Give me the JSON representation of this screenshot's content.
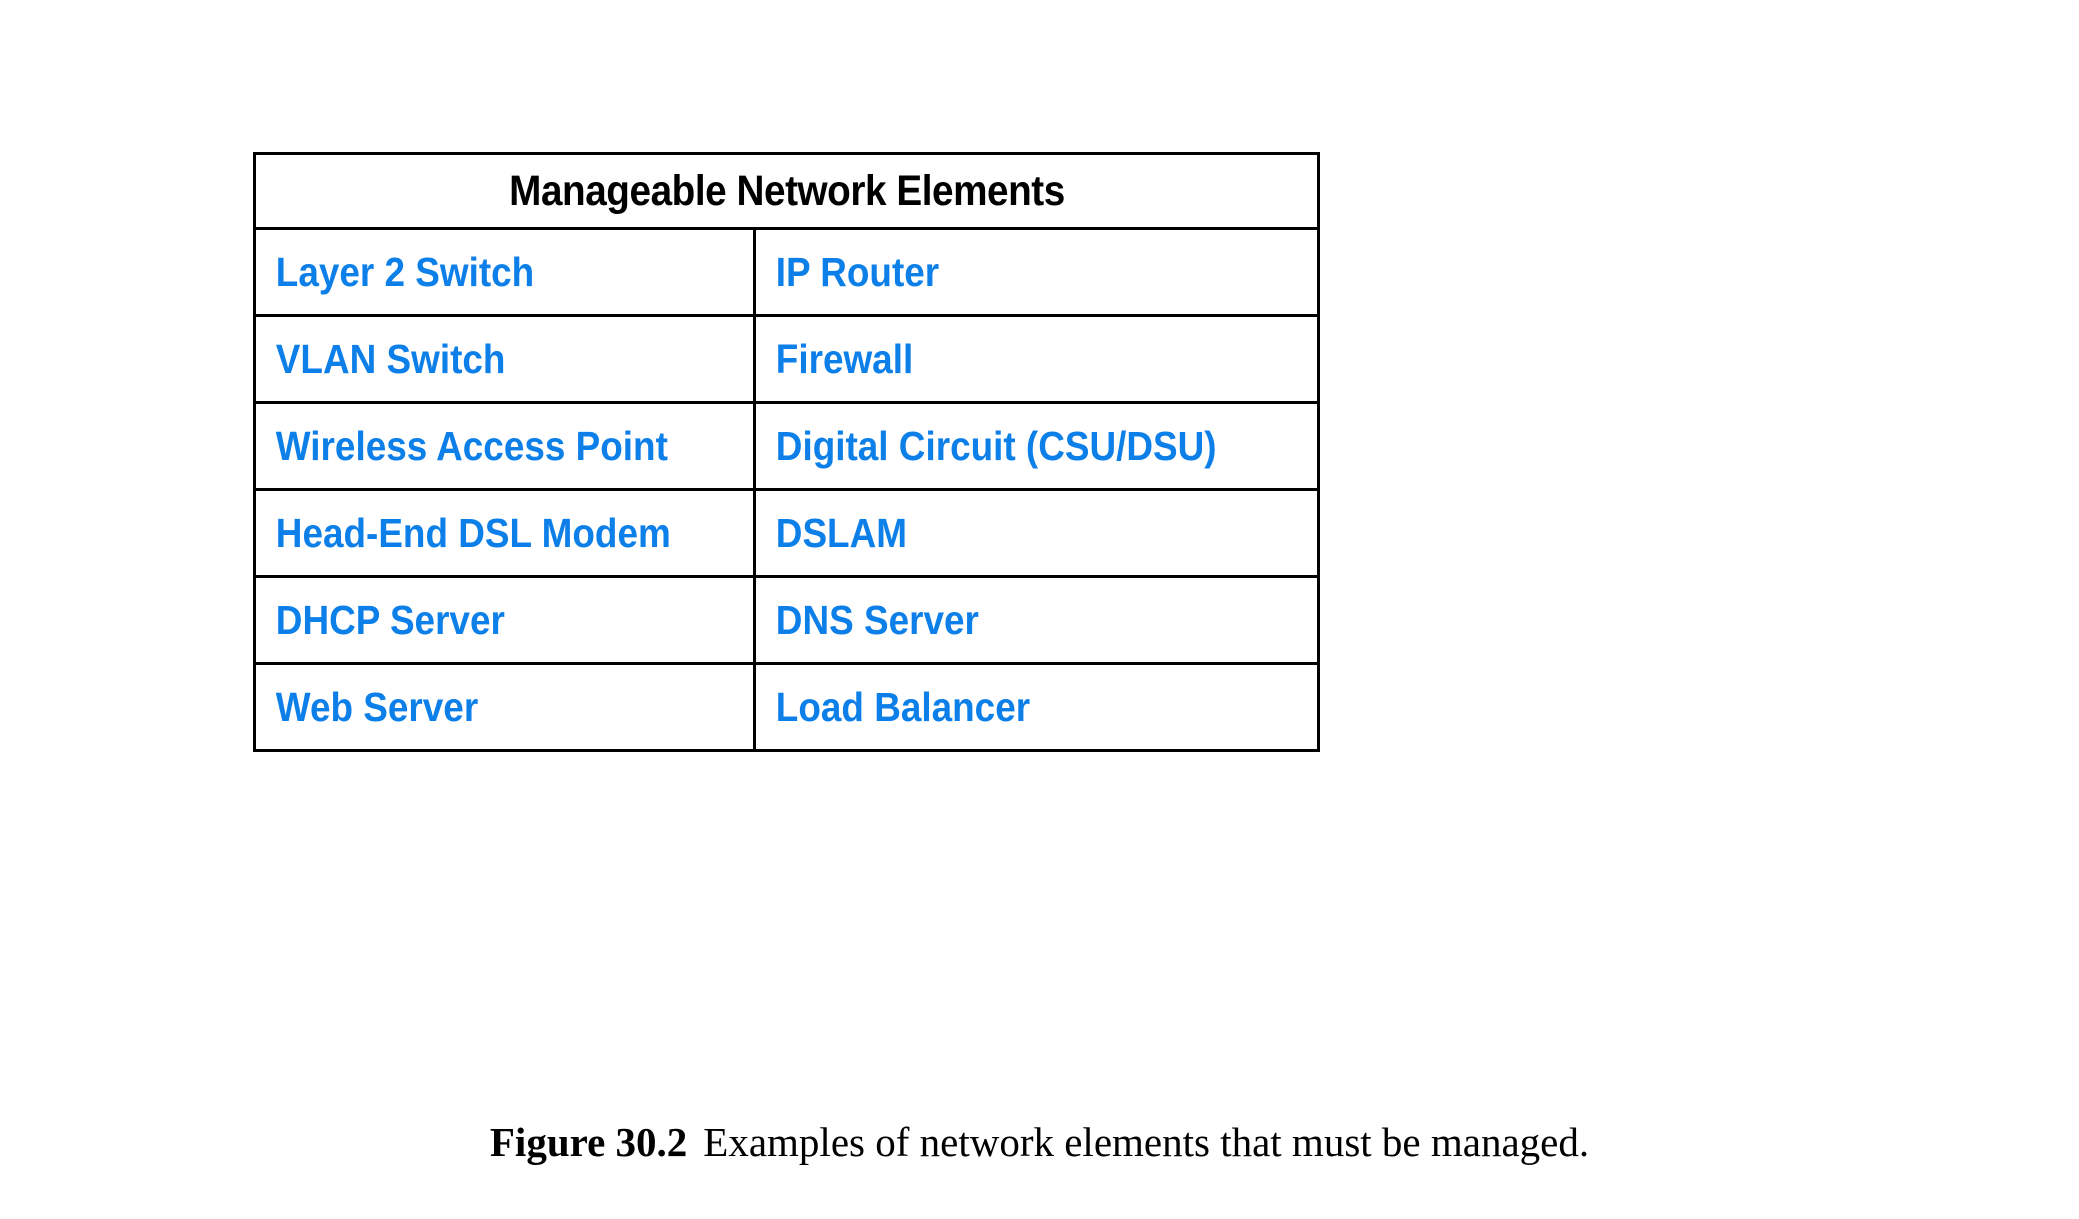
{
  "figure": {
    "table": {
      "header": "Manageable Network Elements",
      "columns": 2,
      "rows": [
        {
          "left": "Layer 2 Switch",
          "right": "IP Router"
        },
        {
          "left": "VLAN Switch",
          "right": "Firewall"
        },
        {
          "left": "Wireless Access Point",
          "right": "Digital Circuit (CSU/DSU)"
        },
        {
          "left": "Head-End DSL Modem",
          "right": "DSLAM"
        },
        {
          "left": "DHCP Server",
          "right": "DNS Server"
        },
        {
          "left": "Web Server",
          "right": "Load Balancer"
        }
      ]
    },
    "caption": {
      "label": "Figure 30.2",
      "text": "Examples of network elements that must be managed."
    },
    "colors": {
      "cell_text": "#0d7fe8",
      "header_text": "#000000",
      "border": "#000000",
      "background": "#ffffff"
    }
  }
}
